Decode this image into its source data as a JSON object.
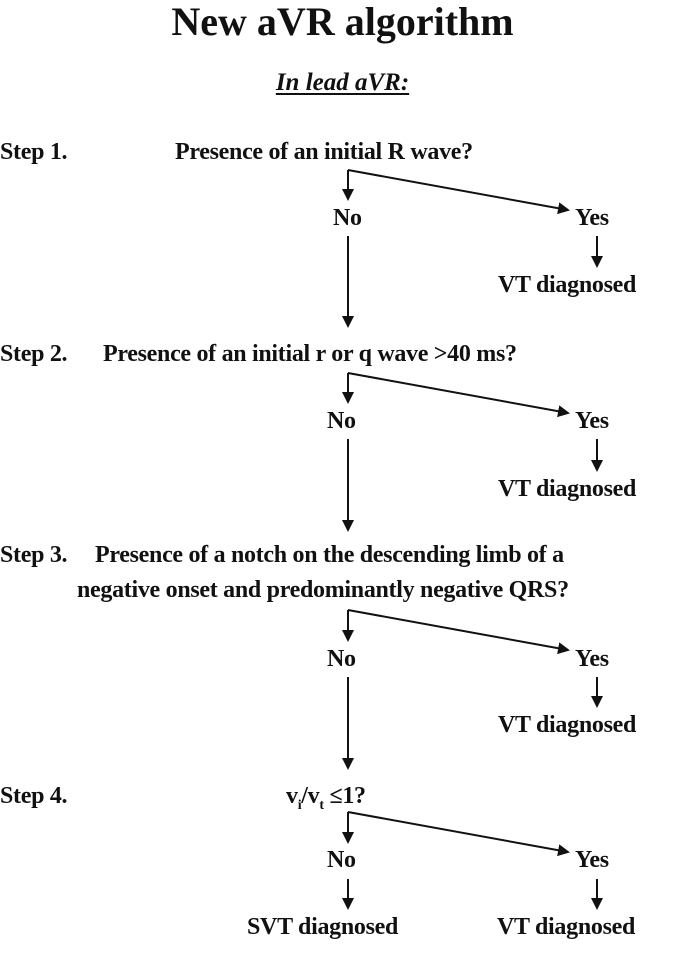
{
  "title": "New aVR algorithm",
  "subtitle": "In lead aVR:",
  "steps": [
    {
      "label": "Step 1.",
      "question": "Presence of an initial R wave?",
      "no": "No",
      "yes": "Yes",
      "yes_outcome": "VT diagnosed"
    },
    {
      "label": "Step 2.",
      "question": "Presence of an initial r or q wave >40 ms?",
      "no": "No",
      "yes": "Yes",
      "yes_outcome": "VT diagnosed"
    },
    {
      "label": "Step 3.",
      "question_line1": "Presence of a notch on the descending limb of a",
      "question_line2": "negative onset and predominantly negative QRS?",
      "no": "No",
      "yes": "Yes",
      "yes_outcome": "VT diagnosed"
    },
    {
      "label": "Step 4.",
      "question_v": "v",
      "question_sub_i": "i",
      "question_slash": "/v",
      "question_sub_t": "t",
      "question_rest": " ≤1?",
      "no": "No",
      "yes": "Yes",
      "no_outcome": "SVT diagnosed",
      "yes_outcome": "VT diagnosed"
    }
  ]
}
